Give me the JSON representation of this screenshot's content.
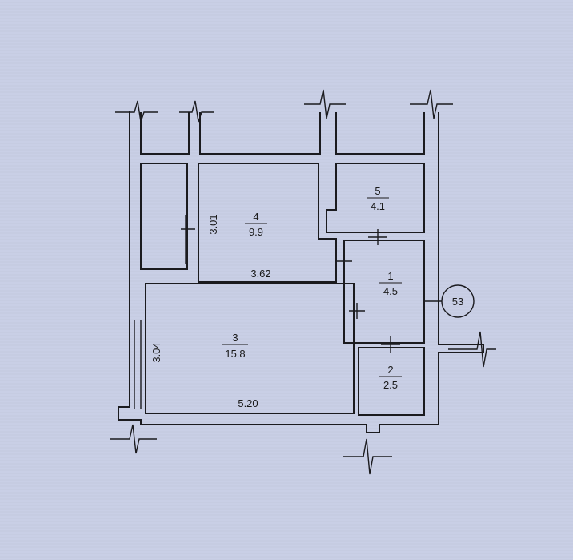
{
  "rooms": [
    {
      "number": "4",
      "area": "9.9"
    },
    {
      "number": "5",
      "area": "4.1"
    },
    {
      "number": "1",
      "area": "4.5"
    },
    {
      "number": "3",
      "area": "15.8"
    },
    {
      "number": "2",
      "area": "2.5"
    }
  ],
  "dimensions": {
    "room4_height": "-3.01-",
    "room4_width": "3.62",
    "room3_height": "3.04",
    "room3_width": "5.20"
  },
  "apartment_number": "53",
  "colors": {
    "paper": "#c9cfe6",
    "ink": "#1b1b1f"
  }
}
